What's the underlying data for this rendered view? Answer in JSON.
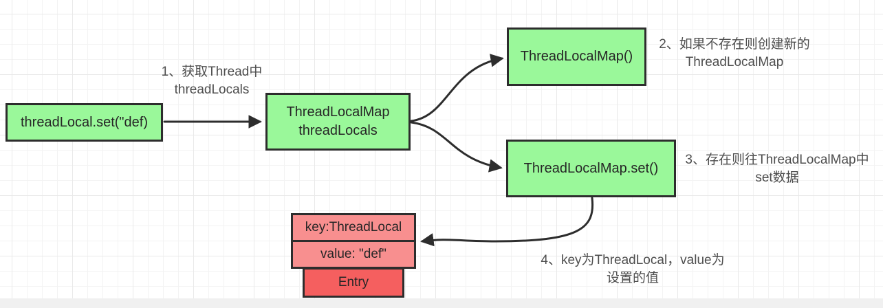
{
  "colors": {
    "green": "#9af89a",
    "pink": "#f88f8f",
    "red": "#f55f5f",
    "border": "#2d2d2d",
    "arrow": "#2d2d2d",
    "node_text": "#262626",
    "annotation_text": "#4d4d4d",
    "grid_minor": "#f3f3f3",
    "grid_major": "#e9e9e9",
    "strip": "#f0f0f0"
  },
  "nodes": {
    "start": {
      "label": "threadLocal.set(\"def)"
    },
    "map": {
      "line1": "ThreadLocalMap",
      "line2": "threadLocals"
    },
    "ctor": {
      "label": "ThreadLocalMap()"
    },
    "set": {
      "label": "ThreadLocalMap.set()"
    },
    "entry": {
      "key": "key:ThreadLocal",
      "value": "value: \"def\"",
      "title": "Entry"
    }
  },
  "annotations": {
    "a1": {
      "line1": "1、获取Thread中",
      "line2": "threadLocals"
    },
    "a2": {
      "line1": "2、如果不存在则创建新的",
      "line2": "ThreadLocalMap"
    },
    "a3": {
      "line1": "3、存在则往ThreadLocalMap中",
      "line2": "set数据"
    },
    "a4": {
      "line1": "4、key为ThreadLocal，value为",
      "line2": "设置的值"
    }
  }
}
